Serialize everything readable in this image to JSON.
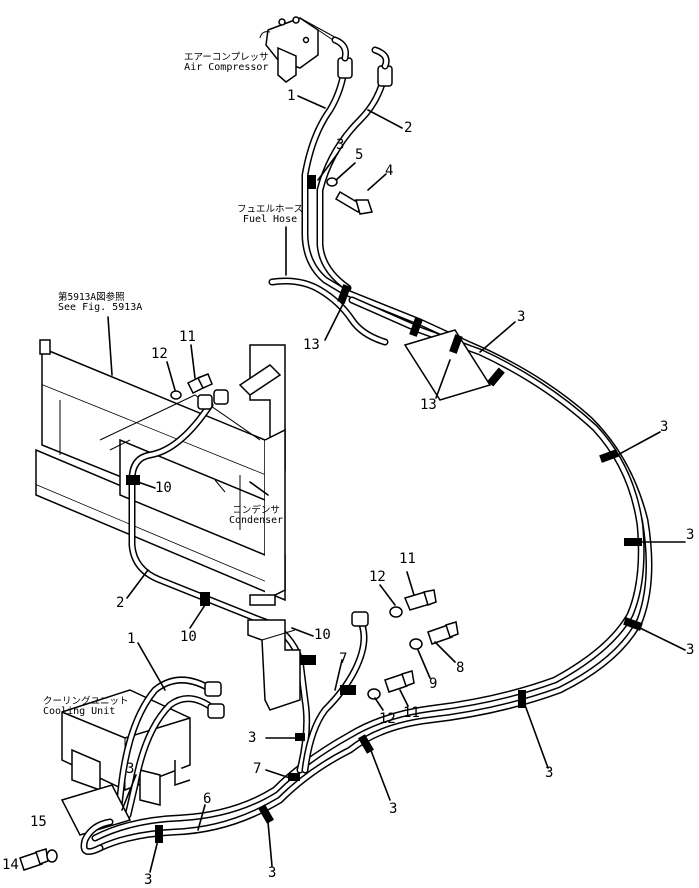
{
  "labels": {
    "air_compressor_jp": "エアーコンプレッサ",
    "air_compressor_en": "Air Compressor",
    "fuel_hose_jp": "フュエルホース",
    "fuel_hose_en": "Fuel Hose",
    "see_fig_jp": "第5913A図参照",
    "see_fig_en": "See Fig. 5913A",
    "condenser_jp": "コンデンサ",
    "condenser_en": "Condenser",
    "cooling_unit_jp": "クーリングユニット",
    "cooling_unit_en": "Cooling Unit"
  },
  "callouts": [
    {
      "id": "c1a",
      "text": "1"
    },
    {
      "id": "c2a",
      "text": "2"
    },
    {
      "id": "c3a",
      "text": "3"
    },
    {
      "id": "c5",
      "text": "5"
    },
    {
      "id": "c4",
      "text": "4"
    },
    {
      "id": "c13a",
      "text": "13"
    },
    {
      "id": "c3b",
      "text": "3"
    },
    {
      "id": "c13b",
      "text": "13"
    },
    {
      "id": "c11a",
      "text": "11"
    },
    {
      "id": "c12a",
      "text": "12"
    },
    {
      "id": "c3c",
      "text": "3"
    },
    {
      "id": "c10a",
      "text": "10"
    },
    {
      "id": "c3d",
      "text": "3"
    },
    {
      "id": "c2b",
      "text": "2"
    },
    {
      "id": "c10b",
      "text": "10"
    },
    {
      "id": "c11b",
      "text": "11"
    },
    {
      "id": "c12b",
      "text": "12"
    },
    {
      "id": "c10c",
      "text": "10"
    },
    {
      "id": "c7a",
      "text": "7"
    },
    {
      "id": "c8",
      "text": "8"
    },
    {
      "id": "c9",
      "text": "9"
    },
    {
      "id": "c3e",
      "text": "3"
    },
    {
      "id": "c1b",
      "text": "1"
    },
    {
      "id": "c11c",
      "text": "11"
    },
    {
      "id": "c12c",
      "text": "12"
    },
    {
      "id": "c3f",
      "text": "3"
    },
    {
      "id": "c7b",
      "text": "7"
    },
    {
      "id": "c3g",
      "text": "3"
    },
    {
      "id": "c3h",
      "text": "3"
    },
    {
      "id": "c3i",
      "text": "3"
    },
    {
      "id": "c6",
      "text": "6"
    },
    {
      "id": "c14",
      "text": "14"
    },
    {
      "id": "c15",
      "text": "15"
    },
    {
      "id": "c3j",
      "text": "3"
    },
    {
      "id": "c3k",
      "text": "3"
    }
  ]
}
